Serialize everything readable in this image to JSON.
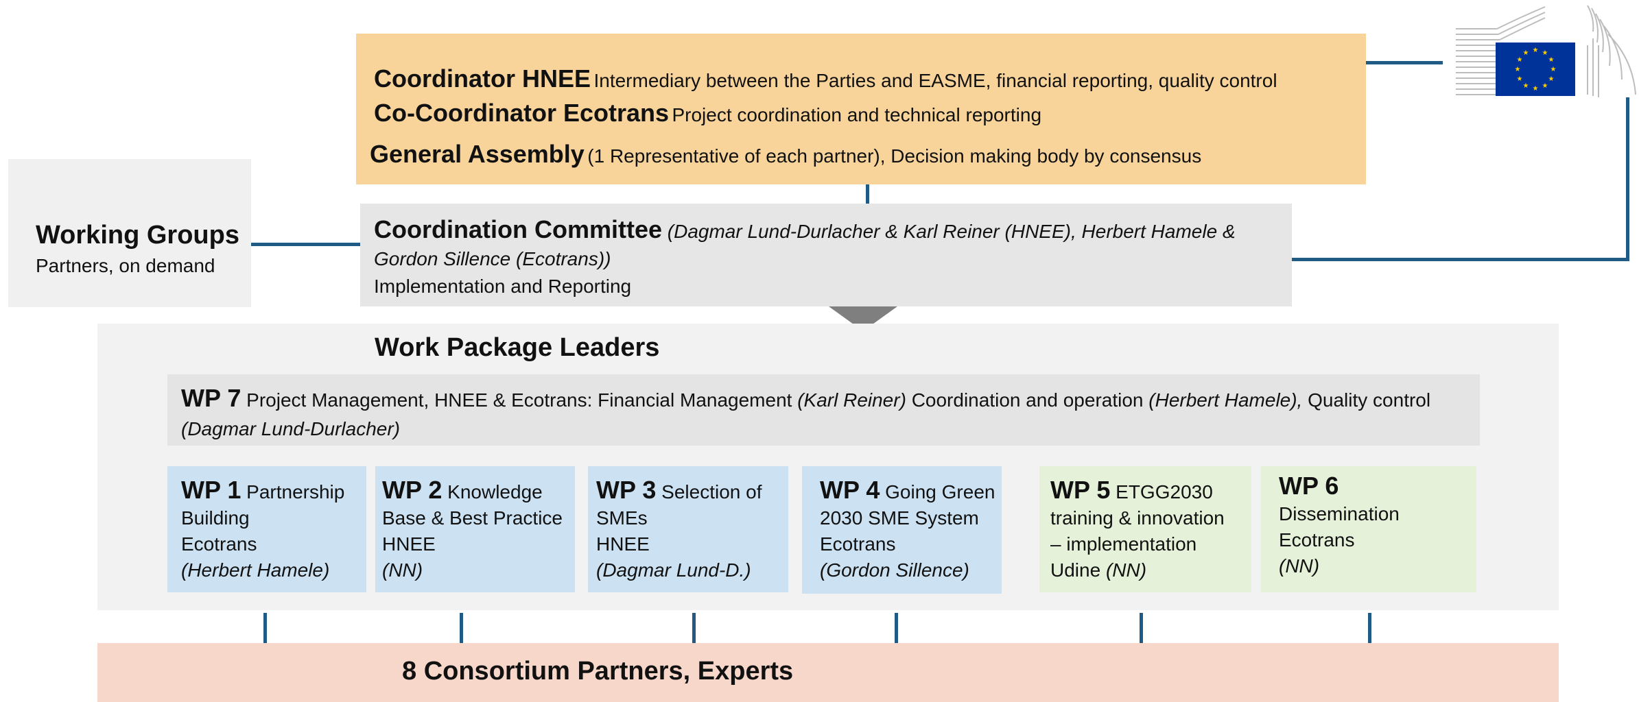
{
  "coordination": {
    "coordinator_title": "Coordinator HNEE",
    "coordinator_desc": "Intermediary between the Parties and EASME, financial reporting, quality control",
    "cocoordinator_title": "Co-Coordinator Ecotrans",
    "cocoordinator_desc": "Project coordination and technical reporting",
    "assembly_title": "General Assembly",
    "assembly_desc": "(1 Representative of each partner), Decision making body by consensus"
  },
  "working_groups": {
    "title": "Working Groups",
    "desc": "Partners, on demand"
  },
  "committee": {
    "title": "Coordination Committee",
    "members": "(Dagmar Lund-Durlacher & Karl Reiner (HNEE), Herbert Hamele & Gordon Sillence (Ecotrans))",
    "desc": "Implementation and Reporting"
  },
  "wp_leaders": {
    "title": "Work Package Leaders",
    "wp7": {
      "num": "WP 7",
      "text1": "Project Management, HNEE & Ecotrans: Financial Management",
      "person1": "(Karl Reiner)",
      "text2": "Coordination and operation",
      "person2": "(Herbert Hamele),",
      "text3": "Quality control",
      "person3": "(Dagmar Lund-Durlacher)"
    },
    "packages": [
      {
        "num": "WP 1",
        "title": "Partnership Building",
        "org": "Ecotrans",
        "lead": "(Herbert Hamele)"
      },
      {
        "num": "WP 2",
        "title": "Knowledge Base & Best Practice",
        "org": "HNEE",
        "lead": "(NN)"
      },
      {
        "num": "WP 3",
        "title": "Selection of SMEs",
        "org": "HNEE",
        "lead": "(Dagmar Lund-D.)"
      },
      {
        "num": "WP 4",
        "title": "Going Green 2030 SME System",
        "org": "Ecotrans",
        "lead": "(Gordon Sillence)"
      },
      {
        "num": "WP 5",
        "title": "ETGG2030 training & innovation – implementation",
        "org": "Udine",
        "lead": "(NN)"
      },
      {
        "num": "WP 6",
        "title": "Dissemination",
        "org": "Ecotrans",
        "lead": "(NN)"
      }
    ]
  },
  "consortium": {
    "title": "8 Consortium Partners, Experts"
  },
  "colors": {
    "coordination_bg": "#f8d49b",
    "wp_blue": "#cce2f3",
    "wp_green": "#e6f1d9",
    "consortium_bg": "#f8d7cb",
    "connector": "#1f5b85",
    "eu_blue": "#003399",
    "eu_star": "#ffcc00"
  }
}
